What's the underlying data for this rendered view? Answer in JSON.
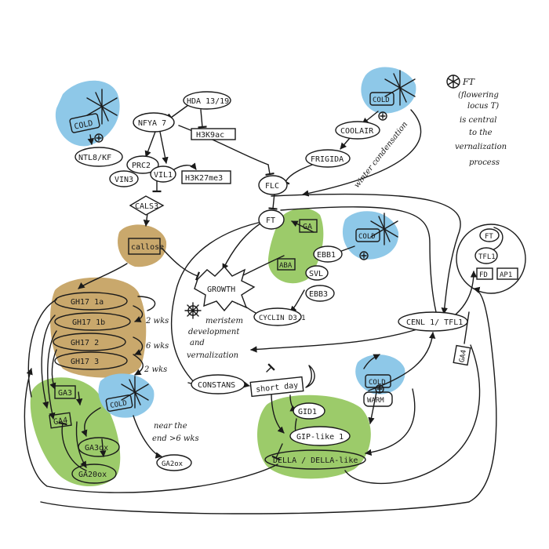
{
  "colors": {
    "cold": "#8ec8e8",
    "green": "#9ccb6a",
    "tan": "#c9a86c",
    "ink": "#1a1a1a"
  },
  "icons": {
    "cold": "snowflake-icon",
    "sun": "sun-icon",
    "moon": "crescent-moon-icon"
  },
  "nodes": {
    "cold_tl": "COLD",
    "hda": "HDA 13/19",
    "nfya": "NFYA 7",
    "h3k9ac": "H3K9ac",
    "ntl": "NTL8/KF",
    "prc2": "PRC2",
    "vin3": "VIN3",
    "vil1": "VIL1",
    "h3k27": "H3K27me3",
    "cals3": "CALS3",
    "callose": "callose",
    "cold_tr": "COLD",
    "coolair": "COOLAIR",
    "frigida": "FRIGIDA",
    "flc": "FLC",
    "ft": "FT",
    "ga_top": "GA",
    "cold_mid": "COLD",
    "aba": "ABA",
    "ebb1": "EBB1",
    "svl": "SVL",
    "ebb3": "EBB3",
    "growth": "GROWTH",
    "cyclin": "CYCLIN D3.1",
    "ft_box": "FT",
    "tfl1": "TFL1",
    "fd": "FD",
    "ap1": "AP1",
    "cenl1": "CENL 1/ TFL1",
    "ga4_right": "GA4",
    "ghi1a": "GH17 1a",
    "ghi1b": "GH17 1b",
    "ghi2": "GH17 2",
    "ghi3": "GH17 3",
    "ga3": "GA3",
    "ga4": "GA4",
    "cold_bl": "COLD",
    "ga3ox": "GA3ox",
    "ga20ox": "GA20ox",
    "ga2ox": "GA2ox",
    "constans": "CONSTANS",
    "shortday": "short day",
    "cold_br": "COLD",
    "warm": "WARM",
    "gid1": "GID1",
    "giplike": "GIP-like 1",
    "della": "DELLA / DELLA-like"
  },
  "notes": {
    "ft_title": "FT",
    "ft_line2": "(flowering",
    "ft_line3": "locus T)",
    "ft_line4": "is central",
    "ft_line5": "to the",
    "ft_line6": "vernalization",
    "ft_line7": "process",
    "winter": "winter condensation",
    "meristem1": "meristem",
    "meristem2": "development",
    "meristem3": "and",
    "meristem4": "vernalization",
    "wk2a": "2 wks",
    "wk6": "6 wks",
    "wk2b": "2 wks",
    "near1": "near the",
    "near2": "end >6 wks"
  }
}
